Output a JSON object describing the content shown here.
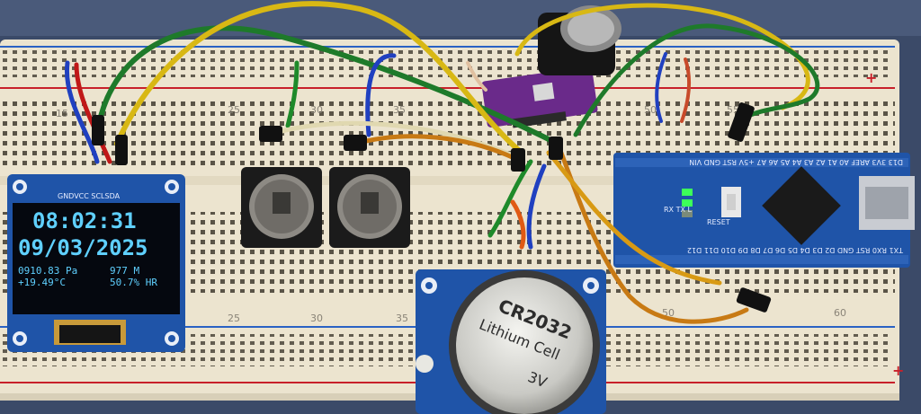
{
  "breadboard": {
    "row_numbers_top": [
      "15",
      "25",
      "30",
      "35",
      "50",
      "55"
    ],
    "row_numbers_bottom": [
      "25",
      "30",
      "35",
      "50",
      "60"
    ],
    "plus_sign": "+"
  },
  "oled": {
    "header": "GNDVCC SCLSDA",
    "time": "08:02:31",
    "date": "09/03/2025",
    "pressure": "0910.83 Pa",
    "altitude": "977 M",
    "temperature": "+19.49°C",
    "humidity": "50.7% HR"
  },
  "arduino": {
    "top_pins": "D13 3V3 AREF A0 A1 A2 A3 A4 A5 A6 A7 +5V RST GND VIN",
    "bottom_pins": "TX1 RX0 RST GND D2 D3 D4 D5 D6 D7 D8 D9 D10 D11 D12",
    "reset_label": "RESET",
    "led_labels": "RX TX L"
  },
  "coin_cell": {
    "model": "CR2032",
    "type": "Lithium Cell",
    "voltage": "3V"
  },
  "colors": {
    "breadboard": "#ece4cf",
    "oled_screen": "#05080f",
    "oled_text": "#5fd0ff",
    "pcb_blue": "#1f54a8",
    "purple_sensor": "#6a2a8a"
  }
}
